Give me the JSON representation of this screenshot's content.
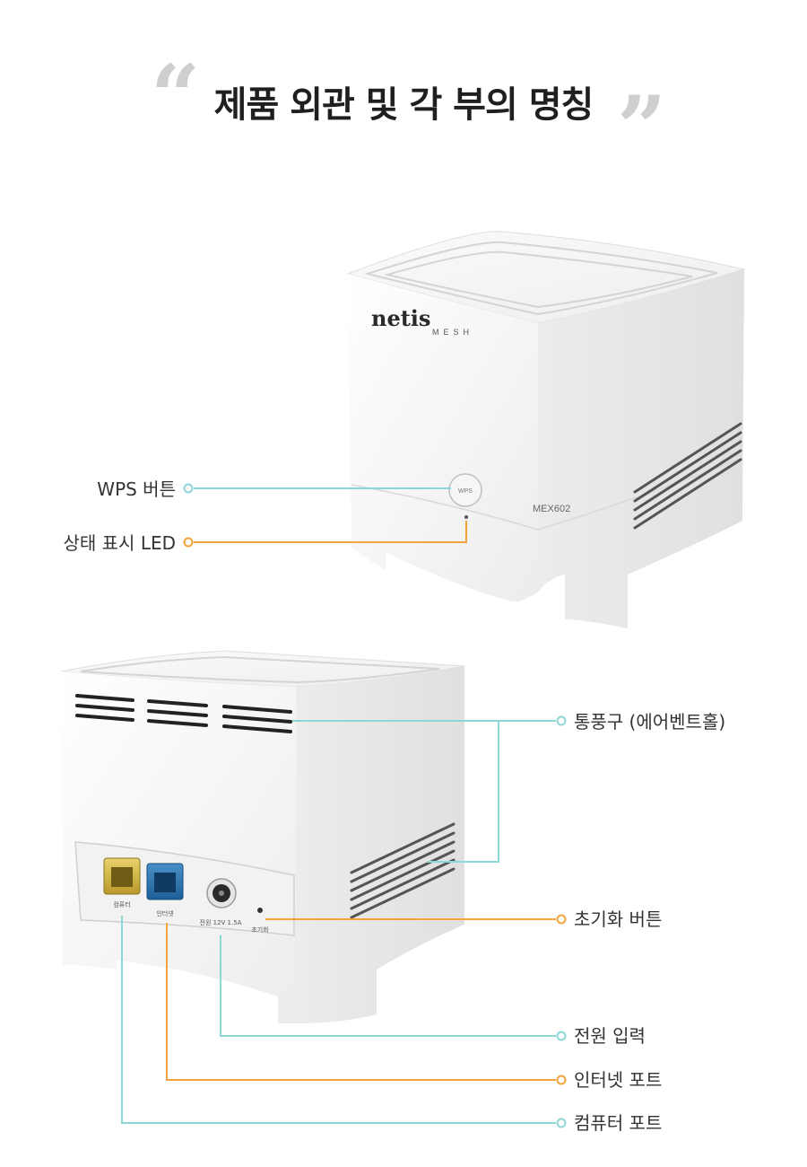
{
  "title": {
    "text": "제품 외관 및 각 부의 명칭"
  },
  "device_front": {
    "brand": "netis",
    "brand_sub": "MESH",
    "model": "MEX602",
    "button_text": "WPS"
  },
  "device_back": {
    "port_computer": "컴퓨터",
    "port_internet": "인터넷",
    "power_text": "전원 12V 1.5A",
    "reset_text": "초기화"
  },
  "labels": {
    "wps": "WPS 버튼",
    "led": "상태 표시 LED",
    "vent": "통풍구 (에어벤트홀)",
    "reset": "초기화 버튼",
    "power": "전원 입력",
    "internet": "인터넷 포트",
    "computer": "컴퓨터 포트"
  },
  "colors": {
    "teal": "#8fd6d6",
    "orange": "#f3a43d"
  }
}
